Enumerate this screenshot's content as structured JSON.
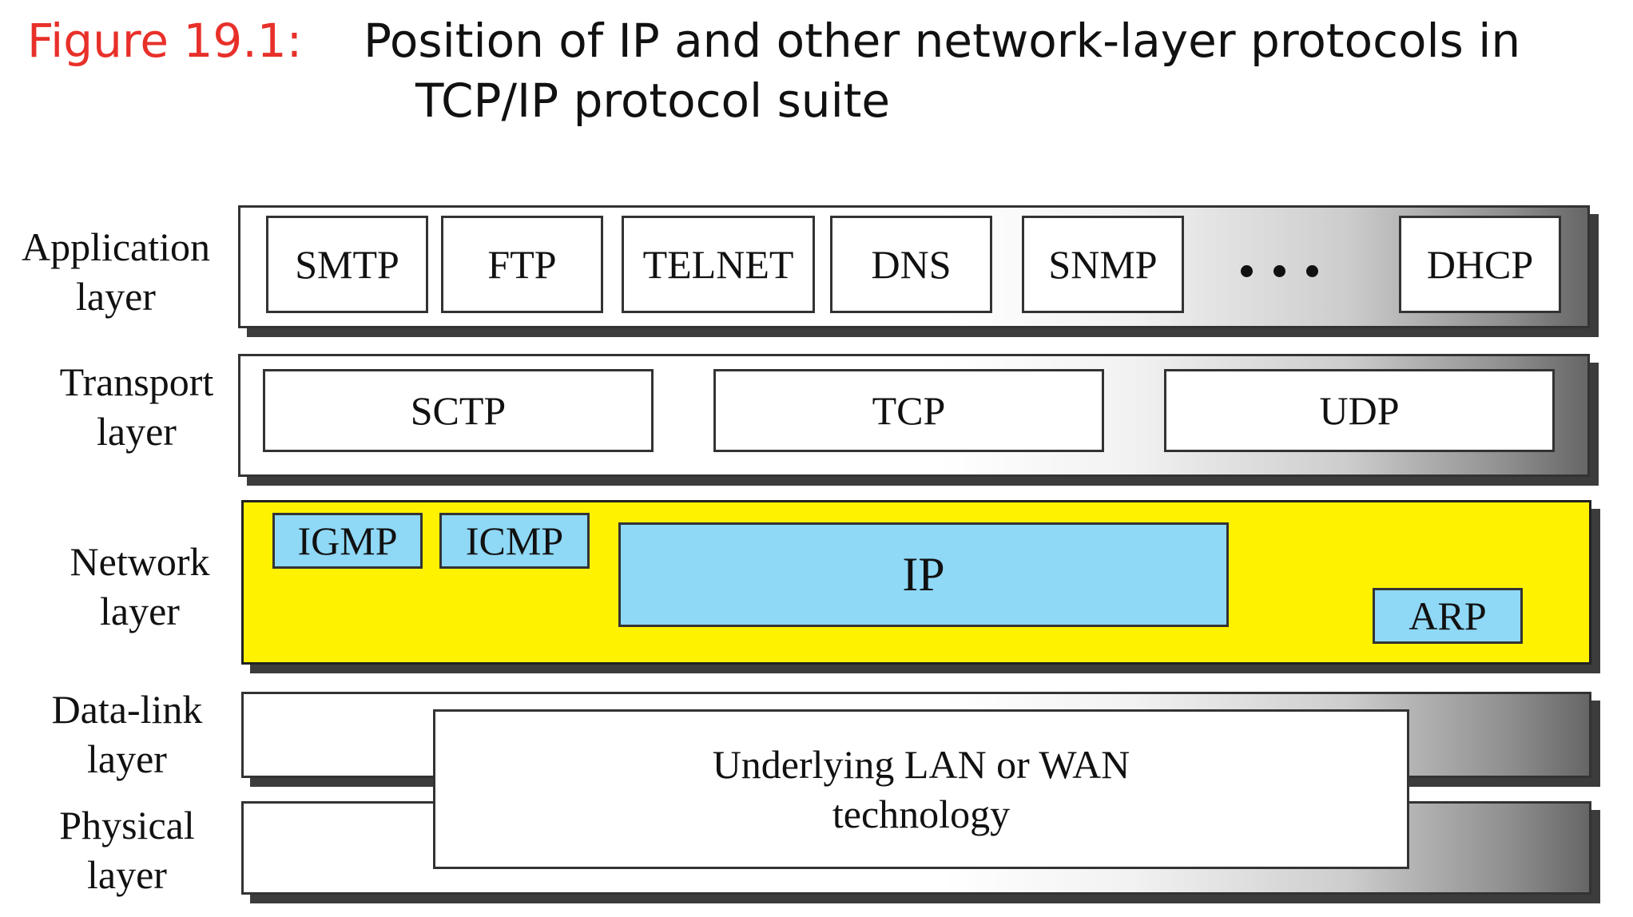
{
  "title": {
    "figure_label": "Figure 19.1:",
    "line1": "Position of IP and other network-layer protocols in",
    "line2": "TCP/IP protocol suite"
  },
  "layers": {
    "application": {
      "label_line1": "Application",
      "label_line2": "layer",
      "protocols": [
        "SMTP",
        "FTP",
        "TELNET",
        "DNS",
        "SNMP",
        "DHCP"
      ],
      "ellipsis": "• • •"
    },
    "transport": {
      "label_line1": "Transport",
      "label_line2": "layer",
      "protocols": [
        "SCTP",
        "TCP",
        "UDP"
      ]
    },
    "network": {
      "label_line1": "Network",
      "label_line2": "layer",
      "protocols": [
        "IGMP",
        "ICMP",
        "IP",
        "ARP"
      ],
      "fill_color": "#fff200",
      "protocol_color": "#8fd8f6"
    },
    "datalink": {
      "label_line1": "Data-link",
      "label_line2": "layer"
    },
    "physical": {
      "label_line1": "Physical",
      "label_line2": "layer"
    },
    "underlying": {
      "line1": "Underlying LAN or WAN",
      "line2": "technology"
    }
  },
  "colors": {
    "figure_label": "#e8302a",
    "network_layer": "#fff200",
    "network_protocols": "#8fd8f6"
  }
}
